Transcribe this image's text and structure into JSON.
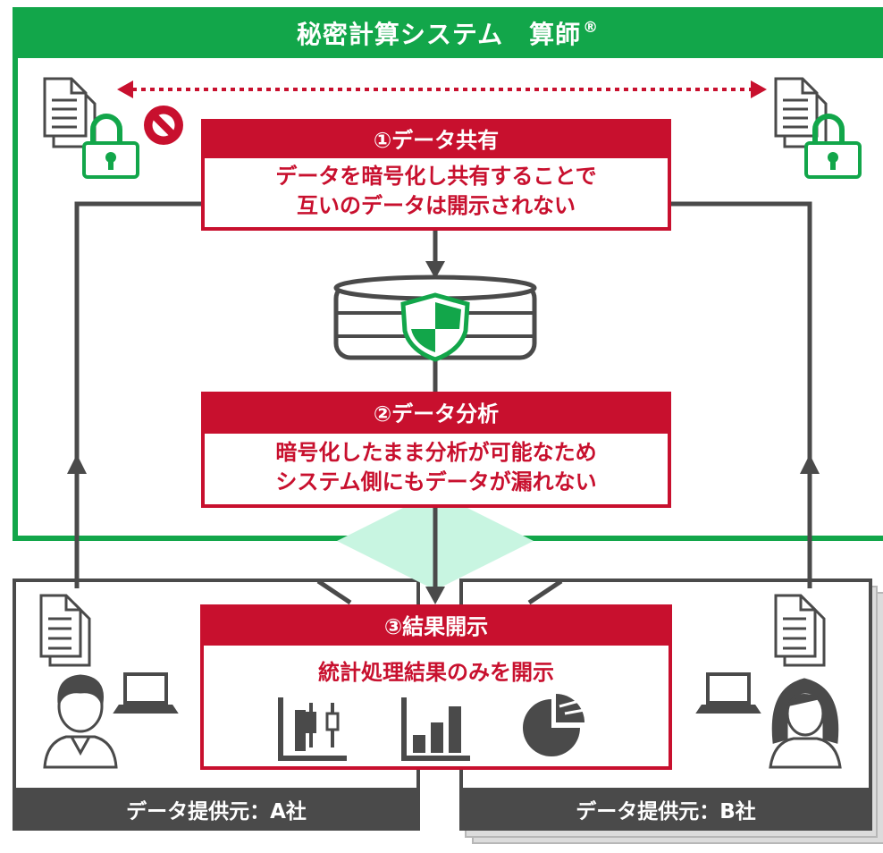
{
  "title": "秘密計算システム　算師",
  "title_mark": "®",
  "step1": {
    "heading": "①データ共有",
    "line1": "データを暗号化し共有することで",
    "line2": "互いのデータは開示されない"
  },
  "step2": {
    "heading": "②データ分析",
    "line1": "暗号化したまま分析が可能なため",
    "line2": "システム側にもデータが漏れない"
  },
  "step3": {
    "heading": "③結果開示",
    "line1": "統計処理結果のみを開示"
  },
  "company_a": {
    "label": "データ提供元：A社"
  },
  "company_b": {
    "label": "データ提供元：B社"
  },
  "icons": [
    "document-lock-icon",
    "prohibited-icon",
    "database-shield-icon",
    "candlestick-chart-icon",
    "bar-chart-icon",
    "pie-chart-icon",
    "document-icon",
    "laptop-icon",
    "man-icon",
    "woman-icon"
  ],
  "colors": {
    "green": "#12a64a",
    "red": "#c8102e",
    "gray": "#4a4a4a",
    "mint": "#c8f5e1"
  }
}
